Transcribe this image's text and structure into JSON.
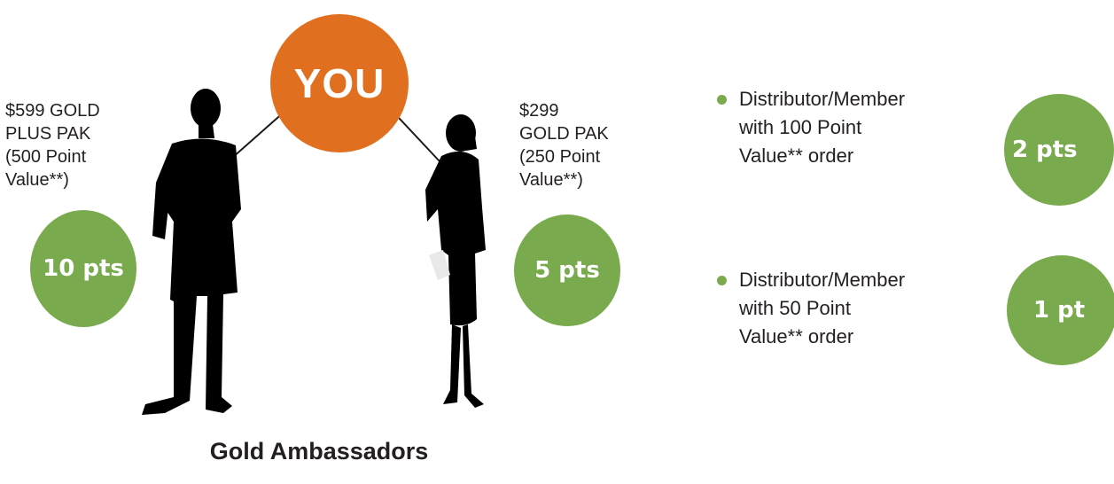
{
  "center": {
    "label": "YOU"
  },
  "left_person": {
    "label_lines": [
      "$599 GOLD",
      "PLUS PAK",
      "(500 Point",
      "Value**)"
    ],
    "points": "10 pts"
  },
  "right_person": {
    "label_lines": [
      "$299",
      "GOLD PAK",
      "(250 Point",
      "Value**)"
    ],
    "points": "5 pts"
  },
  "bullets": [
    {
      "lines": [
        "Distributor/Member",
        "with 100 Point",
        "Value** order"
      ],
      "points": "2 pts"
    },
    {
      "lines": [
        "Distributor/Member",
        "with 50 Point",
        "Value** order"
      ],
      "points": "1 pt"
    }
  ],
  "caption": "Gold Ambassadors",
  "colors": {
    "you": "#e07020",
    "points": "#7aaa4e",
    "silhouette": "#000000"
  }
}
